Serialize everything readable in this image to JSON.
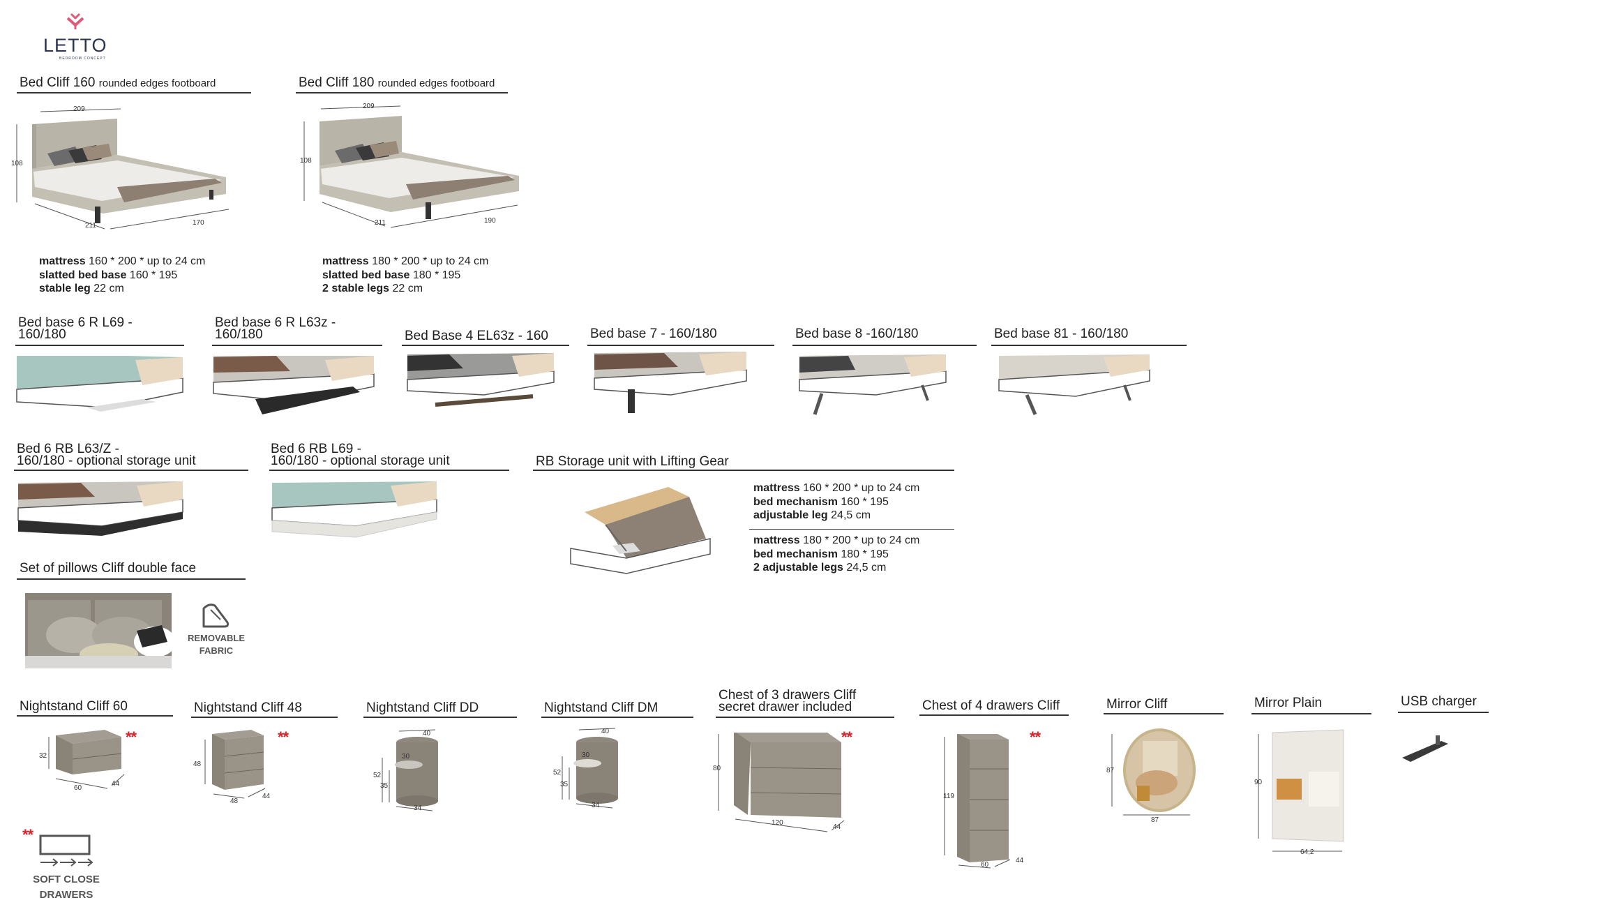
{
  "brand": {
    "name": "LETTO",
    "tagline": "BEDROOM CONCEPT"
  },
  "beds": [
    {
      "title": "Bed Cliff 160",
      "subtitle": "rounded edges footboard",
      "dims": {
        "width": "209",
        "height": "108",
        "front": "211",
        "depth": "170"
      },
      "specs": [
        {
          "label": "mattress",
          "value": " 160 * 200 * up to 24 cm"
        },
        {
          "label": "slatted bed base",
          "value": "  160 * 195"
        },
        {
          "label": "stable leg",
          "value": "  22 cm"
        }
      ]
    },
    {
      "title": "Bed Cliff 180",
      "subtitle": "rounded edges footboard",
      "dims": {
        "width": "209",
        "height": "108",
        "front": "211",
        "depth": "190"
      },
      "specs": [
        {
          "label": "mattress",
          "value": " 180 * 200 * up to 24 cm"
        },
        {
          "label": "slatted bed base",
          "value": " 180 * 195"
        },
        {
          "label": "2 stable legs",
          "value": "  22 cm"
        }
      ]
    }
  ],
  "bases": [
    {
      "line1": "Bed base 6 R L69 -",
      "line2": "160/180"
    },
    {
      "line1": "Bed base 6 R L63z -",
      "line2": "160/180"
    },
    {
      "line1": "Bed Base 4 EL63z - 160"
    },
    {
      "line1": "Bed base 7 - 160/180"
    },
    {
      "line1": "Bed base 8 -160/180"
    },
    {
      "line1": "Bed base 81 - 160/180"
    }
  ],
  "storage_beds": [
    {
      "line1": "Bed 6 RB L63/Z -",
      "line2": "160/180 - optional storage unit"
    },
    {
      "line1": "Bed 6 RB L69 -",
      "line2": "160/180 - optional storage unit"
    }
  ],
  "rb_storage": {
    "title": "RB Storage unit with Lifting Gear",
    "specs_160": [
      {
        "label": "mattress",
        "value": " 160 * 200 * up to 24 cm"
      },
      {
        "label": "bed mechanism",
        "value": " 160 * 195"
      },
      {
        "label": "adjustable leg",
        "value": " 24,5 cm"
      }
    ],
    "specs_180": [
      {
        "label": "mattress",
        "value": " 180 * 200 * up to 24 cm"
      },
      {
        "label": "bed mechanism",
        "value": " 180 * 195"
      },
      {
        "label": "2 adjustable legs",
        "value": " 24,5 cm"
      }
    ]
  },
  "pillows": {
    "title": "Set of pillows Cliff double face",
    "badge_line1": "REMOVABLE",
    "badge_line2": "FABRIC"
  },
  "furniture": [
    {
      "title": "Nightstand Cliff 60",
      "dims": [
        "32",
        "60",
        "44"
      ],
      "stars": "**"
    },
    {
      "title": "Nightstand Cliff 48",
      "dims": [
        "48",
        "48",
        "44"
      ],
      "stars": "**"
    },
    {
      "title": "Nightstand Cliff DD",
      "dims": [
        "40",
        "30",
        "52",
        "35",
        "34"
      ]
    },
    {
      "title": "Nightstand Cliff DM",
      "dims": [
        "40",
        "30",
        "52",
        "35",
        "34"
      ]
    },
    {
      "title_line1": "Chest of 3 drawers Cliff",
      "title_line2": "secret drawer included",
      "dims": [
        "80",
        "120",
        "44"
      ],
      "stars": "**"
    },
    {
      "title": "Chest of 4 drawers Cliff",
      "dims": [
        "119",
        "60",
        "44"
      ],
      "stars": "**"
    },
    {
      "title": "Mirror Cliff",
      "dims": [
        "87",
        "87"
      ]
    },
    {
      "title": "Mirror Plain",
      "dims": [
        "90",
        "64,2"
      ]
    },
    {
      "title": "USB charger"
    }
  ],
  "legend": {
    "stars": "**",
    "line1": "SOFT CLOSE",
    "line2": "DRAWERS"
  },
  "colors": {
    "accent": "#e0202a",
    "logo_pink": "#e05a78",
    "logo_navy": "#2c3550",
    "wood": "#8a8378",
    "upholstery": "#b9b4a8",
    "lacquer": "#f4f2ee"
  }
}
